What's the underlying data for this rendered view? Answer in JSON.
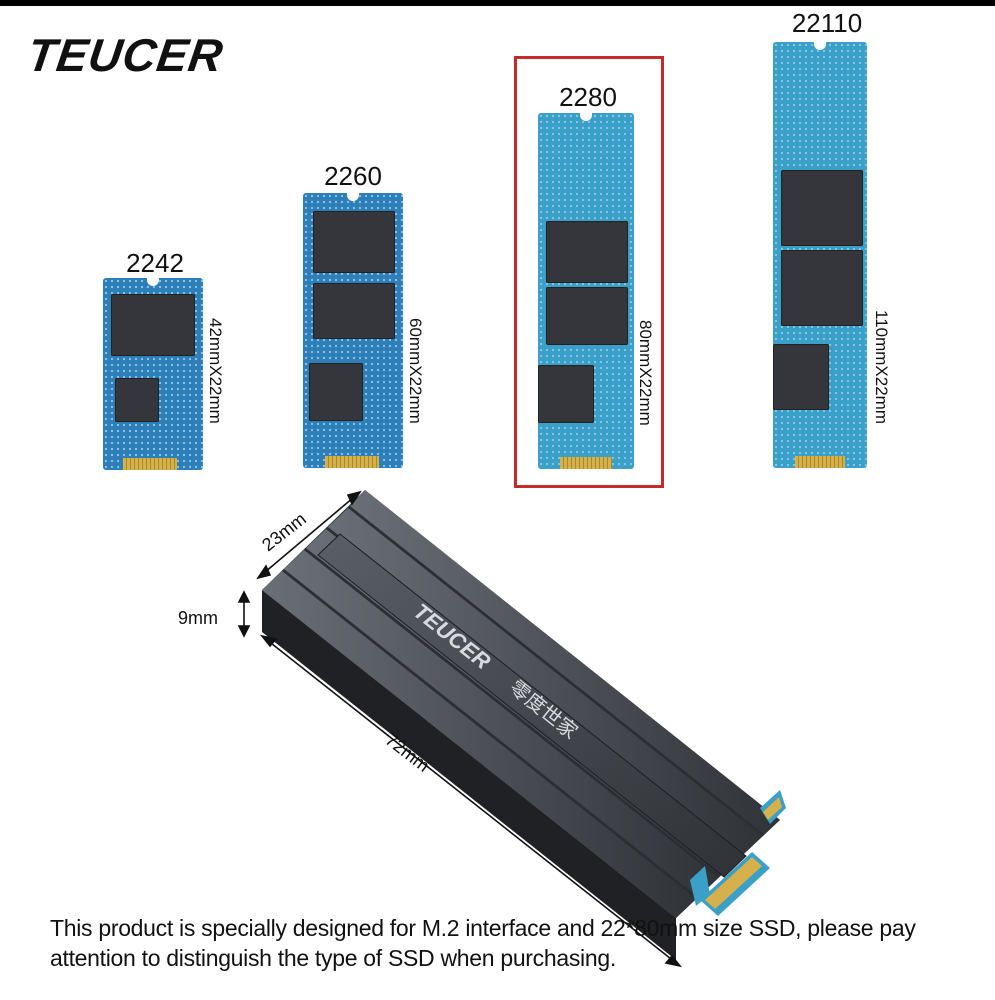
{
  "brand": "TEUCER",
  "ssd_sizes": [
    {
      "label": "2242",
      "dimension": "42mmX22mm"
    },
    {
      "label": "2260",
      "dimension": "60mmX22mm"
    },
    {
      "label": "2280",
      "dimension": "80mmX22mm"
    },
    {
      "label": "22110",
      "dimension": "110mmX22mm"
    }
  ],
  "selected_size": "2280",
  "heatsink": {
    "width_label": "23mm",
    "height_label": "9mm",
    "length_label": "72mm",
    "engraving_brand": "TEUCER",
    "engraving_cjk": "零度世家"
  },
  "caption": "This product is specially designed for M.2 interface and 22*80mm size SSD, please pay attention to distinguish the type of SSD when purchasing.",
  "colors": {
    "selection_border": "#c52a2a",
    "pcb_blue": "#2e7fb8",
    "pcb_teal": "#3aa0c8",
    "heatsink": "#3a3d42"
  }
}
